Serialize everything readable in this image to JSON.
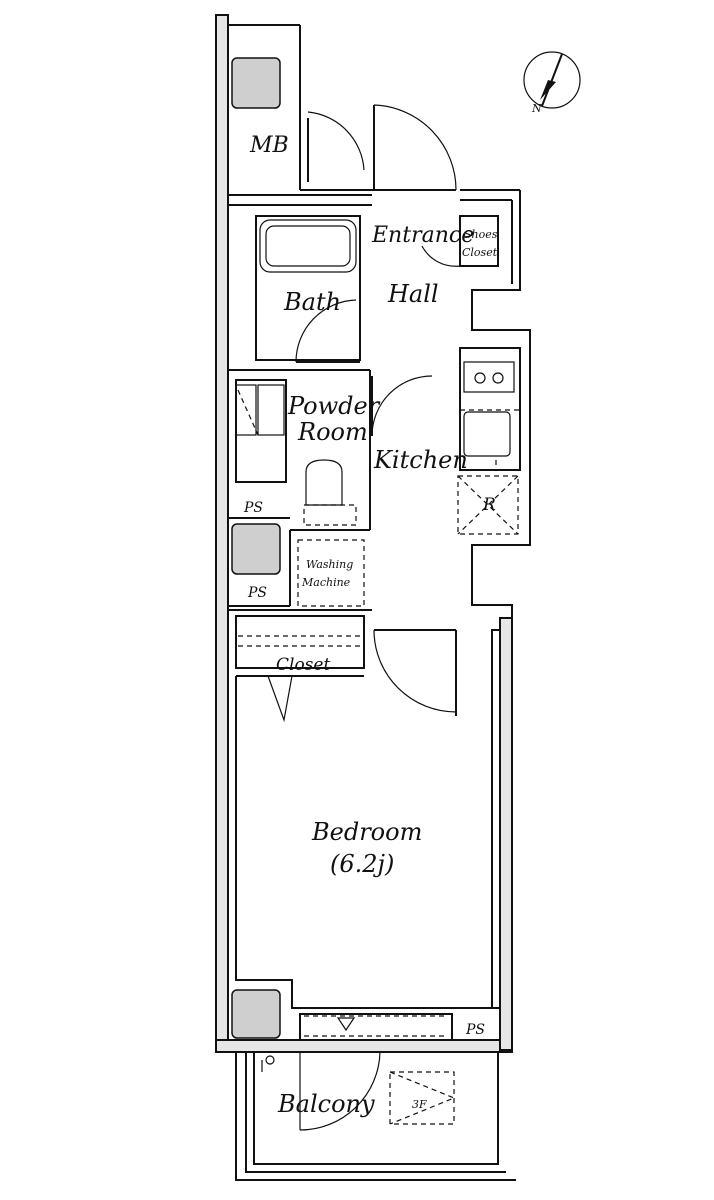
{
  "rooms": {
    "mb": "MB",
    "entrance": "Entrance",
    "shoes_closet_line1": "Shoes",
    "shoes_closet_line2": "Closet",
    "bath": "Bath",
    "hall": "Hall",
    "powder_room_line1": "Powder",
    "powder_room_line2": "Room",
    "kitchen": "Kitchen",
    "refrigerator": "R",
    "ps_upper": "PS",
    "ps_middle": "PS",
    "ps_lower": "PS",
    "washing_machine_line1": "Washing",
    "washing_machine_line2": "Machine",
    "closet": "Closet",
    "bedroom": "Bedroom",
    "bedroom_size": "(6.2j)",
    "balcony": "Balcony",
    "floor_marker": "3F"
  },
  "compass": {
    "north_label": "N"
  }
}
